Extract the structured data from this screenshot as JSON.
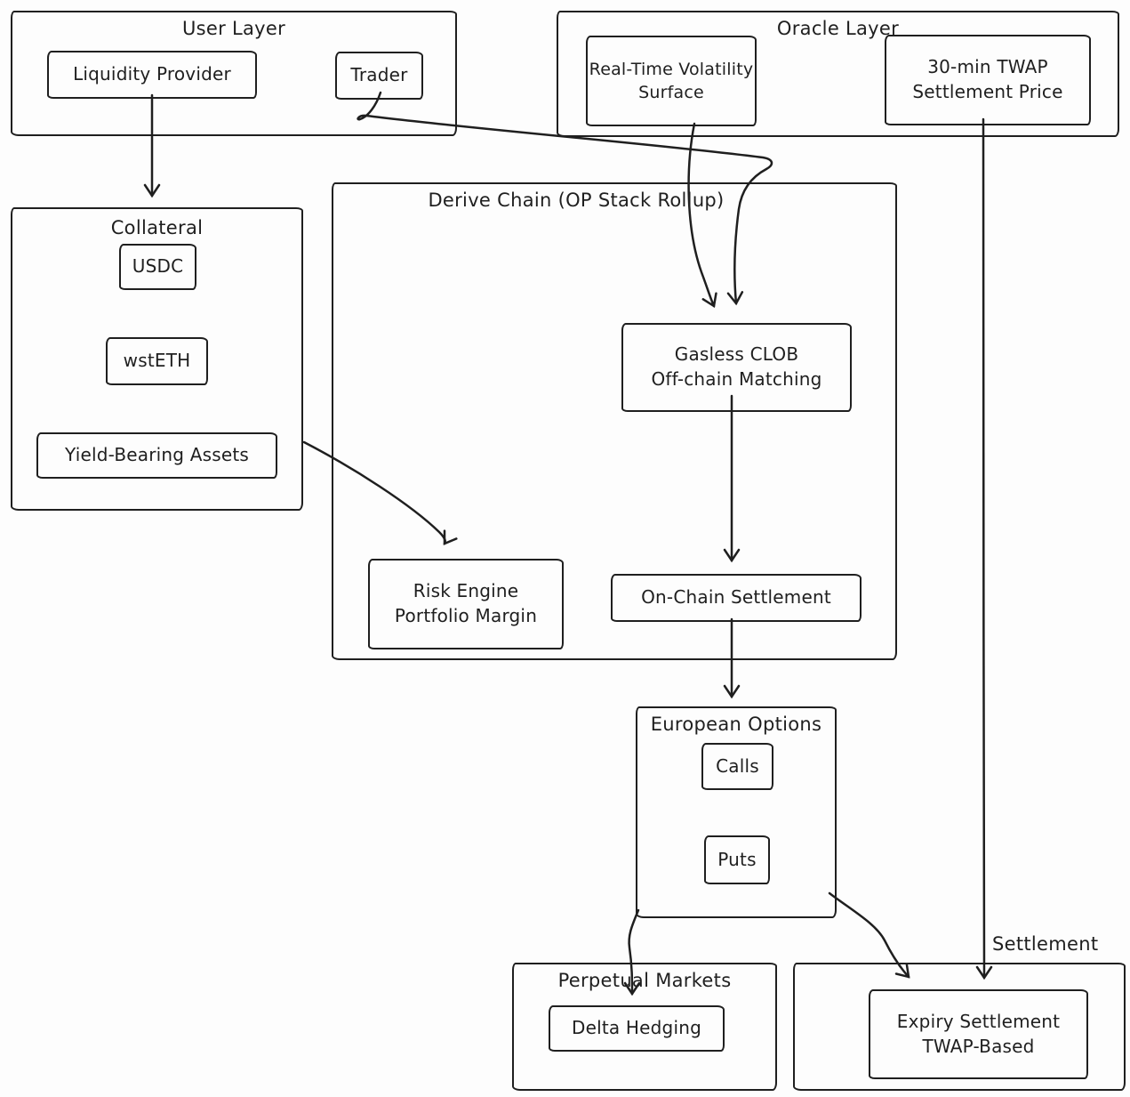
{
  "canvas": {
    "background": "#fdfdfd",
    "ink": "#1f1f1f"
  },
  "groups": {
    "user_layer": {
      "title": "User Layer"
    },
    "oracle_layer": {
      "title": "Oracle Layer"
    },
    "collateral": {
      "title": "Collateral"
    },
    "derive_chain": {
      "title": "Derive Chain (OP Stack Rollup)"
    },
    "european_options": {
      "title": "European Options"
    },
    "perpetual_markets": {
      "title": "Perpetual Markets"
    },
    "settlement": {
      "title": "Settlement"
    }
  },
  "nodes": {
    "liquidity_provider": "Liquidity Provider",
    "trader": "Trader",
    "volatility_surface": "Real-Time Volatility\nSurface",
    "twap_price": "30-min TWAP\nSettlement Price",
    "usdc": "USDC",
    "wsteth": "wstETH",
    "yield_assets": "Yield-Bearing Assets",
    "gasless_clob": "Gasless CLOB\nOff-chain Matching",
    "risk_engine": "Risk Engine\nPortfolio Margin",
    "onchain_settlement": "On-Chain Settlement",
    "calls": "Calls",
    "puts": "Puts",
    "delta_hedging": "Delta Hedging",
    "expiry_settlement": "Expiry Settlement\nTWAP-Based"
  },
  "edges": [
    {
      "from": "Liquidity Provider",
      "to": "Collateral"
    },
    {
      "from": "Trader",
      "to": "Gasless CLOB Off-chain Matching"
    },
    {
      "from": "Real-Time Volatility Surface",
      "to": "Gasless CLOB Off-chain Matching"
    },
    {
      "from": "30-min TWAP Settlement Price",
      "to": "Expiry Settlement TWAP-Based"
    },
    {
      "from": "Yield-Bearing Assets",
      "to": "Risk Engine Portfolio Margin"
    },
    {
      "from": "Gasless CLOB Off-chain Matching",
      "to": "On-Chain Settlement"
    },
    {
      "from": "On-Chain Settlement",
      "to": "European Options"
    },
    {
      "from": "European Options",
      "to": "Delta Hedging (Perpetual Markets)"
    },
    {
      "from": "European Options",
      "to": "Expiry Settlement TWAP-Based"
    }
  ]
}
